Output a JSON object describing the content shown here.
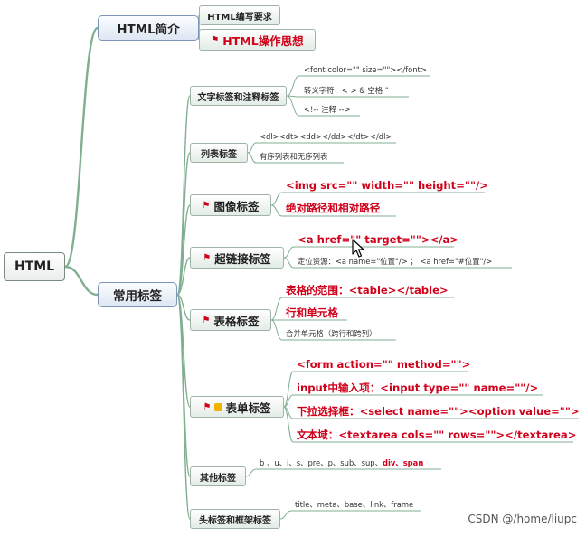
{
  "root": "HTML",
  "branches": {
    "intro": {
      "label": "HTML简介",
      "items": [
        "HTML编写要求",
        "HTML操作思想"
      ]
    },
    "common": {
      "label": "常用标签",
      "groups": {
        "text": {
          "label": "文字标签和注释标签",
          "leaves": [
            "<font color=\"\" size=\"\"></font>",
            "转义字符：< > & 空格 \" '",
            "<!-- 注释 -->"
          ]
        },
        "list": {
          "label": "列表标签",
          "leaves": [
            "<dl><dt><dd></dd></dt></dl>",
            "有序列表和无序列表"
          ]
        },
        "image": {
          "label": "图像标签",
          "leaves": [
            "<img src=\"\" width=\"\" height=\"\"/>",
            "绝对路径和相对路径"
          ]
        },
        "link": {
          "label": "超链接标签",
          "leaves": [
            "<a href=\"\" target=\"\"></a>",
            "定位资源：<a name=\"位置\"/>  ；  <a href=\"#位置\"/>"
          ]
        },
        "table": {
          "label": "表格标签",
          "leaves": [
            "表格的范围：<table></table>",
            "行和单元格",
            "合并单元格（跨行和跨列）"
          ]
        },
        "form": {
          "label": "表单标签",
          "leaves": [
            "<form action=\"\" method=\"\">",
            "input中输入项：<input type=\"\" name=\"\"/>",
            "下拉选择框：<select name=\"\"><option value=\"\">",
            "文本域：<textarea cols=\"\" rows=\"\"></textarea>"
          ]
        },
        "other": {
          "label": "其他标签",
          "leaf_plain": "b 、u、i、s、pre、p、sub、sup、",
          "leaf_highlight": "div、span"
        },
        "head": {
          "label": "头标签和框架标签",
          "leaves": [
            "title、meta、base、link、frame"
          ]
        }
      }
    }
  },
  "watermark": "CSDN @/home/liupc",
  "icons": {
    "flag": "red-flag-icon",
    "thumb": "thumbs-up-icon",
    "cursor": "mouse-cursor-icon"
  },
  "colors": {
    "highlight": "#d0021b",
    "line": "#7fae90",
    "l1_border": "#7d94b6"
  }
}
